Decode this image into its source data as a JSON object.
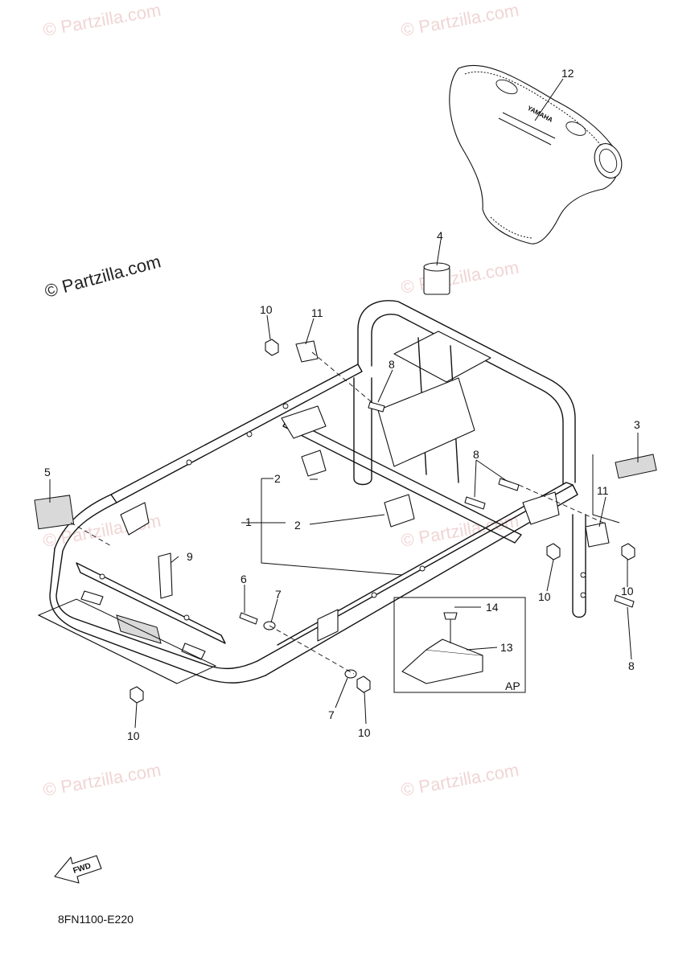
{
  "watermarks": {
    "text": "© Partzilla.com",
    "main": "© Partzilla.com"
  },
  "callouts": {
    "c1": "1",
    "c2a": "2",
    "c2b": "2",
    "c3": "3",
    "c4": "4",
    "c5": "5",
    "c6": "6",
    "c7a": "7",
    "c7b": "7",
    "c8a": "8",
    "c8b": "8",
    "c8c": "8",
    "c9": "9",
    "c10a": "10",
    "c10b": "10",
    "c10c": "10",
    "c10d": "10",
    "c10e": "10",
    "c11a": "11",
    "c11b": "11",
    "c12": "12",
    "c13": "13",
    "c14": "14"
  },
  "inset_label": "AP",
  "fwd_label": "FWD",
  "diagram_code": "8FN1100-E220",
  "seat_cover_logo": "YAMAHA"
}
